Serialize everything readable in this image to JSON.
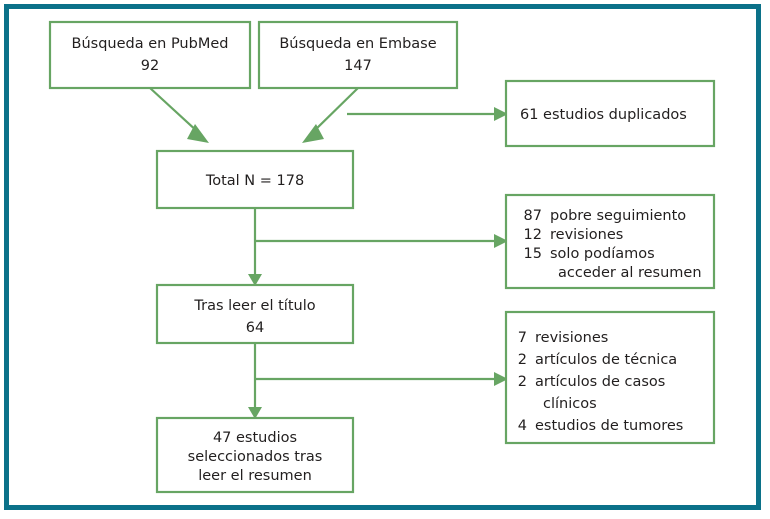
{
  "figure": {
    "type": "flowchart",
    "language": "es",
    "frame_color": "#0b7189",
    "box_border_color": "#67a563",
    "connector_color": "#67a563",
    "text_color": "#221f1f",
    "background_color": "#ffffff"
  },
  "nodes": {
    "pubmed": {
      "id": "pubmed",
      "line1": "Búsqueda en PubMed",
      "line2": "92",
      "count": 92
    },
    "embase": {
      "id": "embase",
      "line1": "Búsqueda en Embase",
      "line2": "147",
      "count": 147
    },
    "total": {
      "id": "total",
      "line1": "Total N = 178",
      "count": 178
    },
    "duplicates": {
      "id": "duplicates",
      "line1": "61 estudios duplicados",
      "count": 61
    },
    "title_screen": {
      "id": "title_screen",
      "line1": "Tras leer el título",
      "line2": "64",
      "count": 64
    },
    "excluded_title": {
      "id": "excluded_title",
      "rows": [
        {
          "count": "87",
          "label": "pobre seguimiento",
          "label2": ""
        },
        {
          "count": "12",
          "label": "revisiones",
          "label2": ""
        },
        {
          "count": "15",
          "label": "solo podíamos",
          "label2": "acceder al resumen"
        }
      ]
    },
    "excluded_abstract": {
      "id": "excluded_abstract",
      "rows": [
        {
          "count": "7",
          "label": "revisiones",
          "label2": ""
        },
        {
          "count": "2",
          "label": "artículos de técnica",
          "label2": ""
        },
        {
          "count": "2",
          "label": "artículos de casos",
          "label2": "clínicos"
        },
        {
          "count": "4",
          "label": "estudios de tumores",
          "label2": ""
        }
      ]
    },
    "final": {
      "id": "final",
      "line1": "47 estudios",
      "line2": "seleccionados tras",
      "line3": "leer el resumen",
      "count": 47
    }
  }
}
